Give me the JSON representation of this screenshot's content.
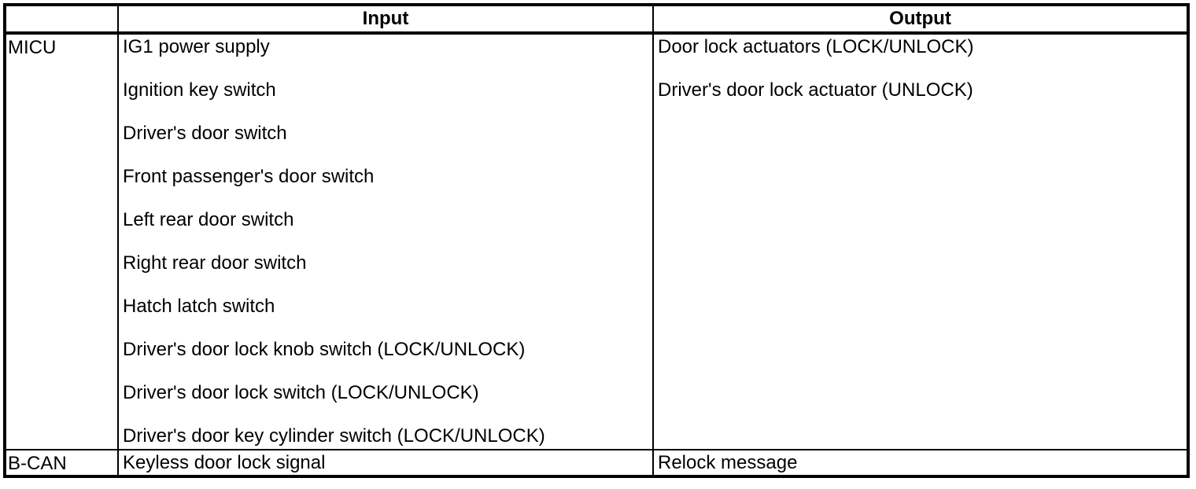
{
  "table": {
    "headers": {
      "component": "",
      "input": "Input",
      "output": "Output"
    },
    "rows": [
      {
        "component": "MICU",
        "inputs": [
          "IG1 power supply",
          "Ignition key switch",
          "Driver's door switch",
          "Front passenger's door switch",
          "Left rear door switch",
          "Right rear door switch",
          "Hatch latch switch",
          "Driver's door lock knob switch (LOCK/UNLOCK)",
          "Driver's door lock switch (LOCK/UNLOCK)",
          "Driver's door key cylinder switch (LOCK/UNLOCK)"
        ],
        "outputs": [
          "Door lock actuators (LOCK/UNLOCK)",
          "Driver's door lock actuator (UNLOCK)"
        ]
      },
      {
        "component": "B-CAN",
        "inputs": [
          "Keyless door lock signal"
        ],
        "outputs": [
          "Relock message"
        ]
      }
    ],
    "colors": {
      "border": "#000000",
      "background": "#ffffff",
      "text": "#000000"
    }
  }
}
